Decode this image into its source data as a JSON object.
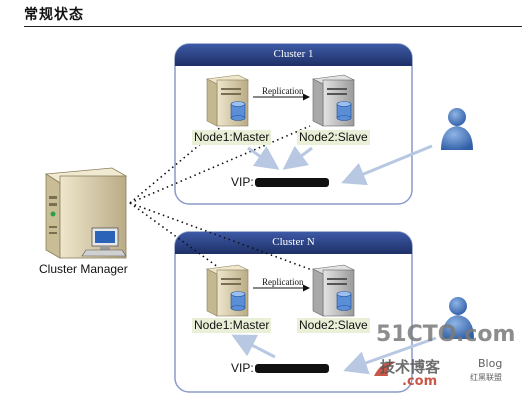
{
  "page": {
    "title": "常规状态"
  },
  "manager": {
    "label": "Cluster Manager"
  },
  "clusters": [
    {
      "title": "Cluster 1",
      "replication_label": "Replication",
      "master_label": "Node1:Master",
      "slave_label": "Node2:Slave",
      "vip_label": "VIP:"
    },
    {
      "title": "Cluster N",
      "replication_label": "Replication",
      "master_label": "Node1:Master",
      "slave_label": "Node2:Slave",
      "vip_label": "VIP:"
    }
  ],
  "watermark": {
    "site": "51CTO.com",
    "slogan": "技术博客",
    "blog": "Blog",
    "brand": "红黑联盟",
    "domain": ".com"
  },
  "colors": {
    "cluster_header": "#2a3f7a",
    "cluster_border": "#8a9ccc",
    "label_bg": "#eaf0d8",
    "arrow": "#b8c8e2",
    "user": "#3f73b8",
    "server_master": "#d8cca8",
    "server_slave": "#b7b7b7"
  }
}
